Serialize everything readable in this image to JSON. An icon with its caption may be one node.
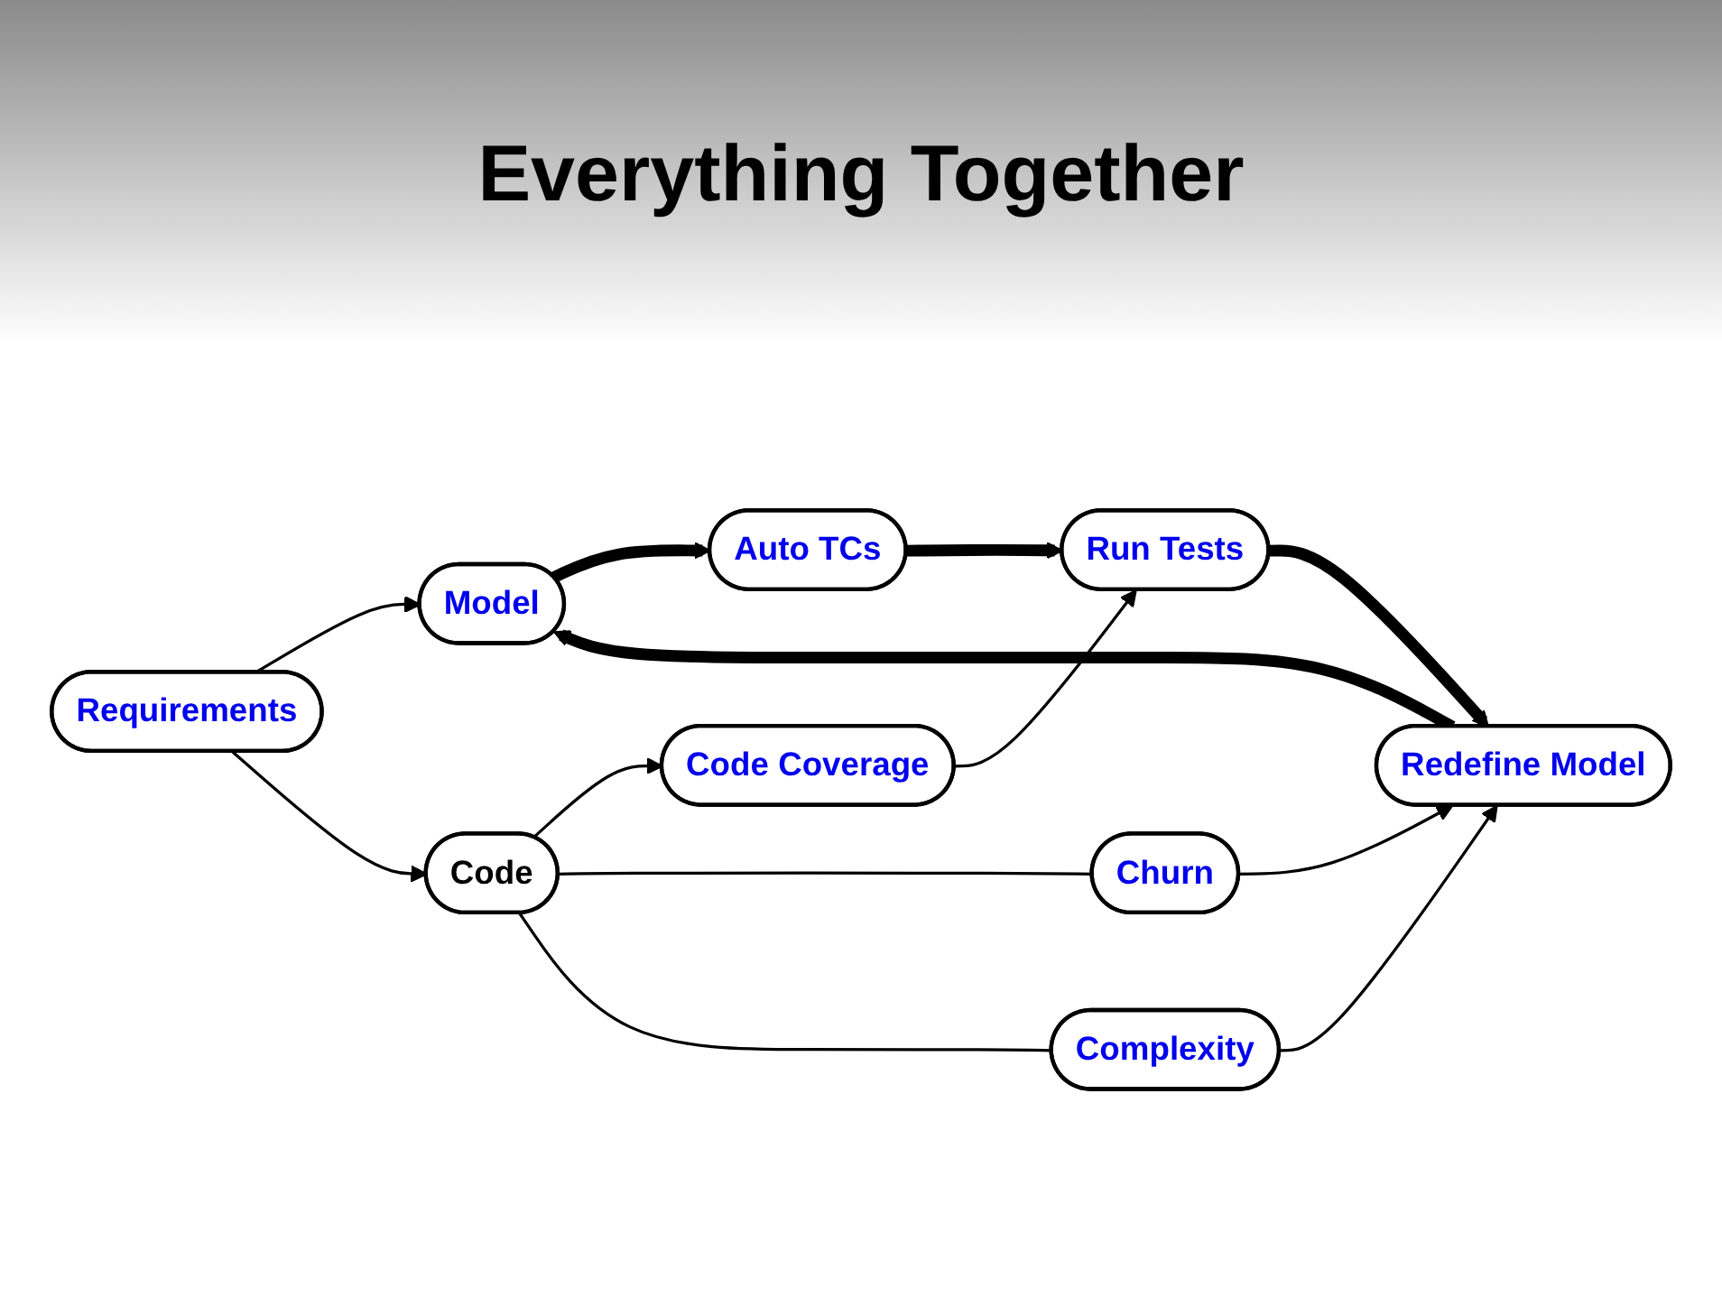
{
  "diagram": {
    "title": "Everything Together",
    "nodes": [
      {
        "text": [
          "Requirements"
        ]
      },
      {
        "text": [
          "Model"
        ]
      },
      {
        "text": [
          "Code"
        ]
      },
      {
        "text": [
          "Auto TCs"
        ]
      },
      {
        "text": [
          "Code Coverage"
        ]
      },
      {
        "text": [
          "Run Tests"
        ]
      },
      {
        "text": [
          "Redefine Model"
        ]
      },
      {
        "text": [
          "Churn"
        ]
      },
      {
        "text": [
          "Complexity"
        ]
      }
    ],
    "edges": [
      {
        "from": 0,
        "to": 1,
        "arrow": "to"
      },
      {
        "from": 0,
        "to": 2,
        "arrow": "to"
      },
      {
        "from": 1,
        "to": 3,
        "arrow": "to",
        "style": "thick"
      },
      {
        "from": 3,
        "to": 5,
        "arrow": "to",
        "style": "thick"
      },
      {
        "from": 5,
        "to": 6,
        "arrow": "to",
        "style": "thick"
      },
      {
        "from": 6,
        "to": 1,
        "arrow": "to",
        "style": "thick"
      },
      {
        "from": 2,
        "to": 4,
        "arrow": "to"
      },
      {
        "from": 4,
        "to": 5,
        "arrow": "to"
      },
      {
        "from": 2,
        "to": 7,
        "arrow": "none"
      },
      {
        "from": 7,
        "to": 6,
        "arrow": "to"
      },
      {
        "from": 2,
        "to": 8,
        "arrow": "none"
      },
      {
        "from": 8,
        "to": 6,
        "arrow": "to"
      }
    ]
  }
}
